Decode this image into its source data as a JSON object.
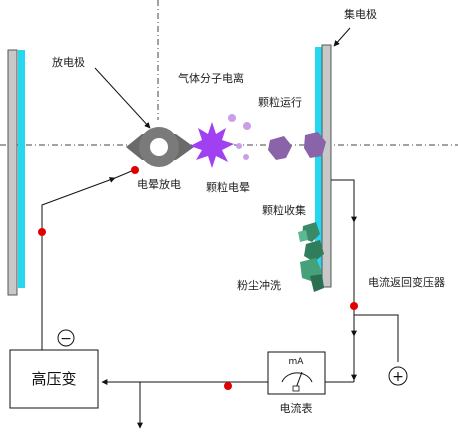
{
  "labels": {
    "collector": "集电极",
    "discharge_electrode": "放电极",
    "gas_ionization": "气体分子电离",
    "particle_travel": "颗粒运行",
    "corona_discharge": "电晕放电",
    "particle_corona": "颗粒电晕",
    "particle_collect": "颗粒收集",
    "dust_wash": "粉尘冲洗",
    "return_transformer": "电流返回变压器",
    "hv_transformer": "高压变",
    "ammeter_unit": "mA",
    "ammeter": "电流表",
    "minus": "−",
    "plus": "+"
  },
  "colors": {
    "plate_gray": "#c8c8c8",
    "plate_cyan": "#26d7f0",
    "electrode": "#707070",
    "spark": "#a040f0",
    "particle": "#8a63a8",
    "dust_green": "#3a8a6a",
    "dot_red": "#e00000"
  }
}
